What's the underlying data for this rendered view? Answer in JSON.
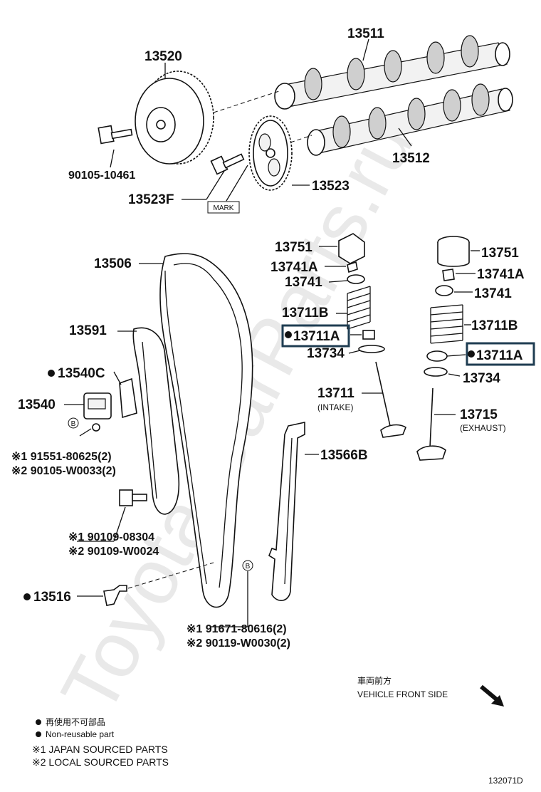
{
  "watermark": "Toyota-CarParts.ru",
  "parts": {
    "p13511": "13511",
    "p13520": "13520",
    "p13512": "13512",
    "p90105_10461": "90105-10461",
    "p13523F": "13523F",
    "p13523": "13523",
    "mark": "MARK",
    "p13506": "13506",
    "p13591": "13591",
    "p13540C": "13540C",
    "p13540": "13540",
    "intake_13751": "13751",
    "intake_13741A": "13741A",
    "intake_13741": "13741",
    "intake_13711B": "13711B",
    "intake_13711A": "13711A",
    "intake_13734": "13734",
    "intake_13711": "13711",
    "intake_label": "(INTAKE)",
    "exhaust_13751": "13751",
    "exhaust_13741A": "13741A",
    "exhaust_13741": "13741",
    "exhaust_13711B": "13711B",
    "exhaust_13711A": "13711A",
    "exhaust_13734": "13734",
    "exhaust_13715": "13715",
    "exhaust_label": "(EXHAUST)",
    "p13566B": "13566B",
    "p13516": "13516",
    "circle_b": "B",
    "bolt1_line1": "※1 91551-80625(2)",
    "bolt1_line2": "※2 90105-W0033(2)",
    "bolt2_line1": "※1 90109-08304",
    "bolt2_line2": "※2 90109-W0024",
    "bolt3_line1": "※1 91671-80616(2)",
    "bolt3_line2": "※2 90119-W0030(2)"
  },
  "direction": {
    "jp": "車両前方",
    "en": "VEHICLE FRONT SIDE"
  },
  "legend": {
    "nonreusable_jp": "再使用不可部品",
    "nonreusable_en": "Non-reusable part",
    "note1": "※1  JAPAN SOURCED PARTS",
    "note2": "※2  LOCAL SOURCED PARTS"
  },
  "diagram_id": "132071D",
  "colors": {
    "highlight": "#1f3d52",
    "ink": "#111111"
  }
}
